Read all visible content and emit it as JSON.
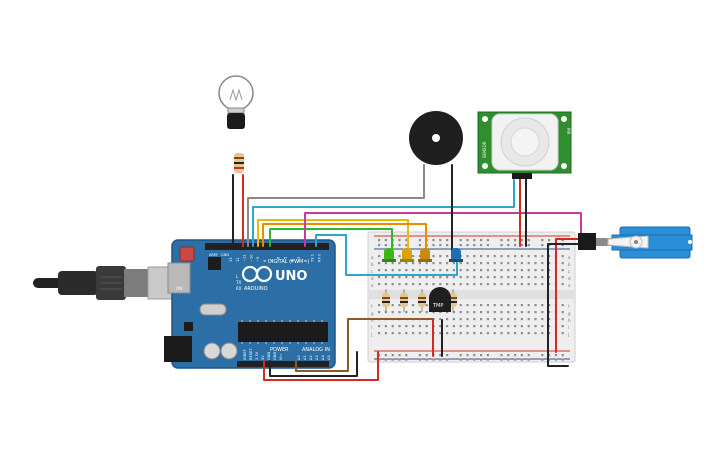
{
  "arduino": {
    "brand": "UNO",
    "logo_text": "ARDUINO",
    "digital_label": "DIGITAL (PWM~)",
    "power_label": "POWER",
    "analog_label": "ANALOG IN",
    "tx_label": "TX",
    "rx_label": "RX",
    "l_label": "L",
    "on_label": "ON",
    "aref_label": "AREF",
    "gnd_label": "GND",
    "digital_pins": [
      "13",
      "12",
      "~11",
      "~10",
      "~9",
      "8",
      "7",
      "~6",
      "~5",
      "4",
      "~3",
      "2",
      "TX 1",
      "RX 0"
    ],
    "power_pins": [
      "IOREF",
      "RESET",
      "3.3V",
      "5V",
      "GND",
      "GND",
      "Vin"
    ],
    "analog_pins": [
      "A0",
      "A1",
      "A2",
      "A3",
      "A4",
      "A5"
    ]
  },
  "pir_sensor": {
    "side_left": "SENSOR",
    "side_right": "PIR"
  },
  "temp_sensor": {
    "label": "TMP"
  },
  "breadboard": {
    "row_letters": [
      "a",
      "b",
      "c",
      "d",
      "e",
      "f",
      "g",
      "h",
      "i",
      "j"
    ]
  },
  "colors": {
    "arduino_board": "#2b6fa6",
    "breadboard": "#eeeeee",
    "led_green": "#3fb618",
    "led_yellow": "#d9a400",
    "led_orange": "#c98a12",
    "led_blue": "#1f6eb4",
    "pir_board": "#2f8f2f",
    "servo_body": "#2b8ed8",
    "wire_red": "#d52b1e",
    "wire_black": "#222222",
    "wire_yellow": "#f0b800",
    "wire_green": "#2fb82f",
    "wire_orange": "#f08a00",
    "wire_cyan": "#2ca6c9",
    "wire_magenta": "#c13c9e",
    "wire_gray": "#8a8a8a",
    "wire_brown": "#8b5a2b"
  },
  "components": [
    "usb-cable",
    "arduino-uno",
    "light-bulb",
    "resistor",
    "piezo-buzzer",
    "pir-sensor",
    "breadboard",
    "led-green",
    "led-yellow",
    "led-orange",
    "led-blue",
    "tmp36-temperature-sensor",
    "micro-servo"
  ]
}
